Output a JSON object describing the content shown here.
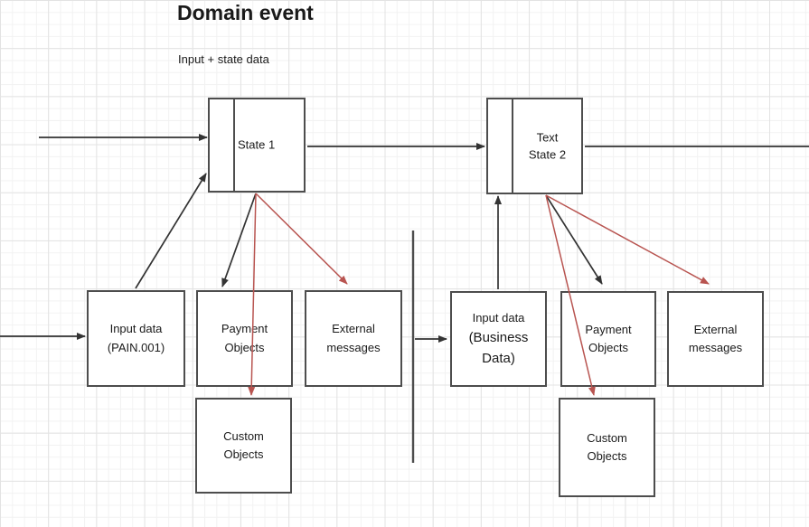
{
  "title": "Domain event",
  "subtitle": "Input + state data",
  "colors": {
    "background": "#ffffff",
    "node_border": "#4d4d4d",
    "connector_black": "#333333",
    "connector_red": "#b85450",
    "text": "#1a1a1a"
  },
  "left": {
    "state": {
      "line1": "State 1"
    },
    "input": {
      "line1": "Input data",
      "line2": "(PAIN.001)"
    },
    "payment": {
      "line1": "Payment",
      "line2": "Objects"
    },
    "external": {
      "line1": "External",
      "line2": "messages"
    },
    "custom": {
      "line1": "Custom",
      "line2": "Objects"
    }
  },
  "right": {
    "state": {
      "line1": "Text",
      "line2": "State 2"
    },
    "input": {
      "line1": "Input data",
      "line2": "(Business",
      "line3": "Data)"
    },
    "payment": {
      "line1": "Payment",
      "line2": "Objects"
    },
    "external": {
      "line1": "External",
      "line2": "messages"
    },
    "custom": {
      "line1": "Custom",
      "line2": "Objects"
    }
  }
}
